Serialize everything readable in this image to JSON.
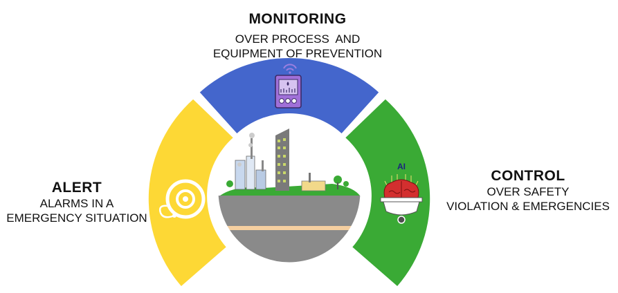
{
  "monitoring": {
    "title": "MONITORING",
    "line1": "OVER PROCESS  AND",
    "line2": "EQUIPMENT OF PREVENTION"
  },
  "alert": {
    "title": "ALERT",
    "line1": "ALARMS IN A",
    "line2": "EMERGENCY SITUATION"
  },
  "control": {
    "title": "CONTROL",
    "line1": "OVER SAFETY",
    "line2": "VIOLATION & EMERGENCIES",
    "badge": "AI"
  },
  "colors": {
    "monitoring": "#4466cc",
    "alert": "#fdd835",
    "control": "#3aaa35",
    "road": "#8a8a8a",
    "stripe": "#f5cfa0"
  },
  "icons": [
    "tablet-wifi-icon",
    "alarm-bell-icon",
    "ai-brain-camera-icon",
    "industrial-city-icon"
  ]
}
